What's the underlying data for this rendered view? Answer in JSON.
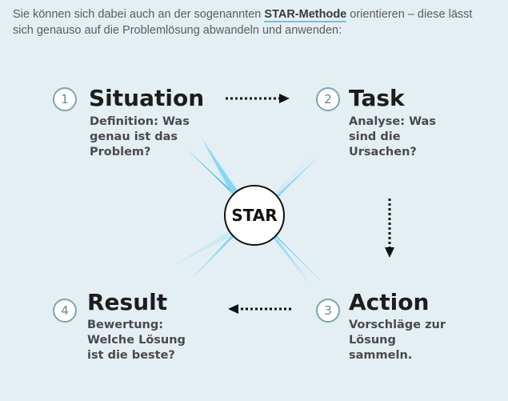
{
  "intro": {
    "before": "Sie können sich dabei auch an der sogenannten ",
    "link": "STAR-Methode",
    "after": " orientieren – diese lässt sich genauso auf die Problemlösung abwandeln und anwenden:"
  },
  "center_label": "STAR",
  "steps": [
    {
      "number": "1",
      "title": "Situation",
      "desc": [
        "Definition: Was",
        "genau ist das",
        "Problem?"
      ]
    },
    {
      "number": "2",
      "title": "Task",
      "desc": [
        "Analyse: Was",
        "sind die",
        "Ursachen?"
      ]
    },
    {
      "number": "3",
      "title": "Action",
      "desc": [
        "Vorschläge zur",
        "Lösung",
        "sammeln."
      ]
    },
    {
      "number": "4",
      "title": "Result",
      "desc": [
        "Bewertung:",
        "Welche Lösung",
        "ist die beste?"
      ]
    }
  ],
  "colors": {
    "background": "#e4eff3",
    "star": "#4fc1e9",
    "arrow": "#111111",
    "circle_border": "#7ea4b3"
  },
  "icons": [
    "dotted-arrow-right",
    "dotted-arrow-down",
    "dotted-arrow-left"
  ]
}
